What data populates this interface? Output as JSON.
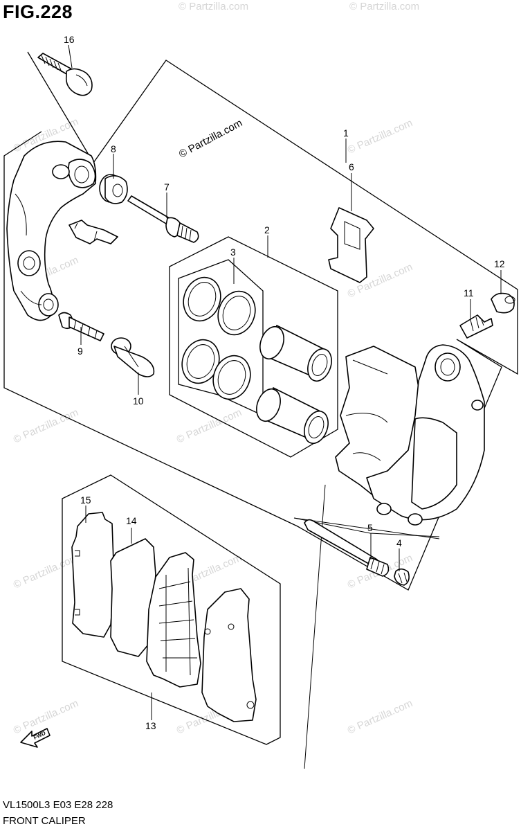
{
  "figure": {
    "title": "FIG.228",
    "model_line": "VL1500L3  E03  E28  228",
    "caption": "FRONT CALIPER",
    "watermark": "© Partzilla.com",
    "fwd_label": "FWD"
  },
  "callouts": {
    "c1": "1",
    "c2": "2",
    "c3": "3",
    "c4": "4",
    "c5": "5",
    "c6": "6",
    "c7": "7",
    "c8": "8",
    "c9": "9",
    "c10": "10",
    "c11": "11",
    "c12": "12",
    "c13": "13",
    "c14": "14",
    "c15": "15",
    "c16": "16"
  }
}
